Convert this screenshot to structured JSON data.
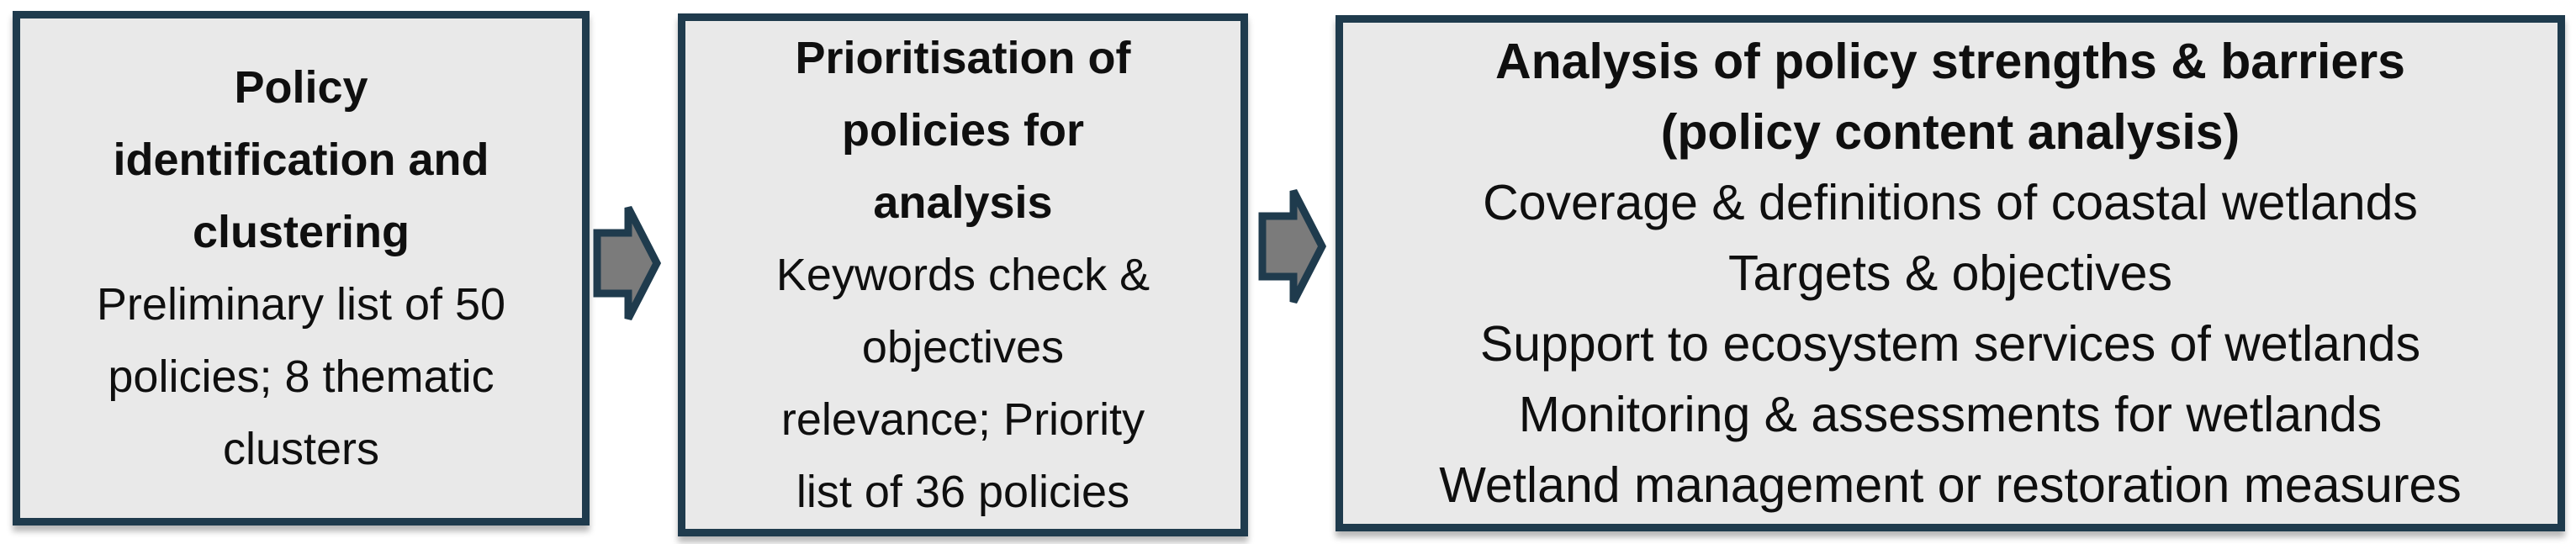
{
  "flow": {
    "diagram_name": "policy-analysis-process-flow",
    "boxes": [
      {
        "id": "policy-identification-and-clustering",
        "title_lines": [
          "Policy",
          "identification and",
          "clustering"
        ],
        "body_lines": [
          "Preliminary list of 50",
          "policies; 8 thematic",
          "clusters"
        ]
      },
      {
        "id": "prioritisation-of-policies",
        "title_lines": [
          "Prioritisation of",
          "policies for",
          "analysis"
        ],
        "body_lines": [
          "Keywords check &",
          "objectives",
          "relevance; Priority",
          "list of 36 policies"
        ]
      },
      {
        "id": "analysis-of-policy-strengths-and-barriers",
        "title_lines": [
          "Analysis of policy strengths & barriers",
          "(policy content analysis)"
        ],
        "body_lines": [
          "Coverage & definitions of coastal wetlands",
          "Targets & objectives",
          "Support to ecosystem services of wetlands",
          "Monitoring & assessments for wetlands",
          "Wetland management or restoration measures"
        ]
      }
    ],
    "arrows": [
      {
        "id": "arrow-1",
        "direction": "right"
      },
      {
        "id": "arrow-2",
        "direction": "right"
      }
    ],
    "colors": {
      "box_border": "#1F3B4D",
      "box_fill": "#E9E9E9",
      "arrow_fill": "#7B7B7B",
      "arrow_outline": "#1F3B4D",
      "text": "#0F0F0F",
      "background": "#FFFFFF"
    }
  }
}
